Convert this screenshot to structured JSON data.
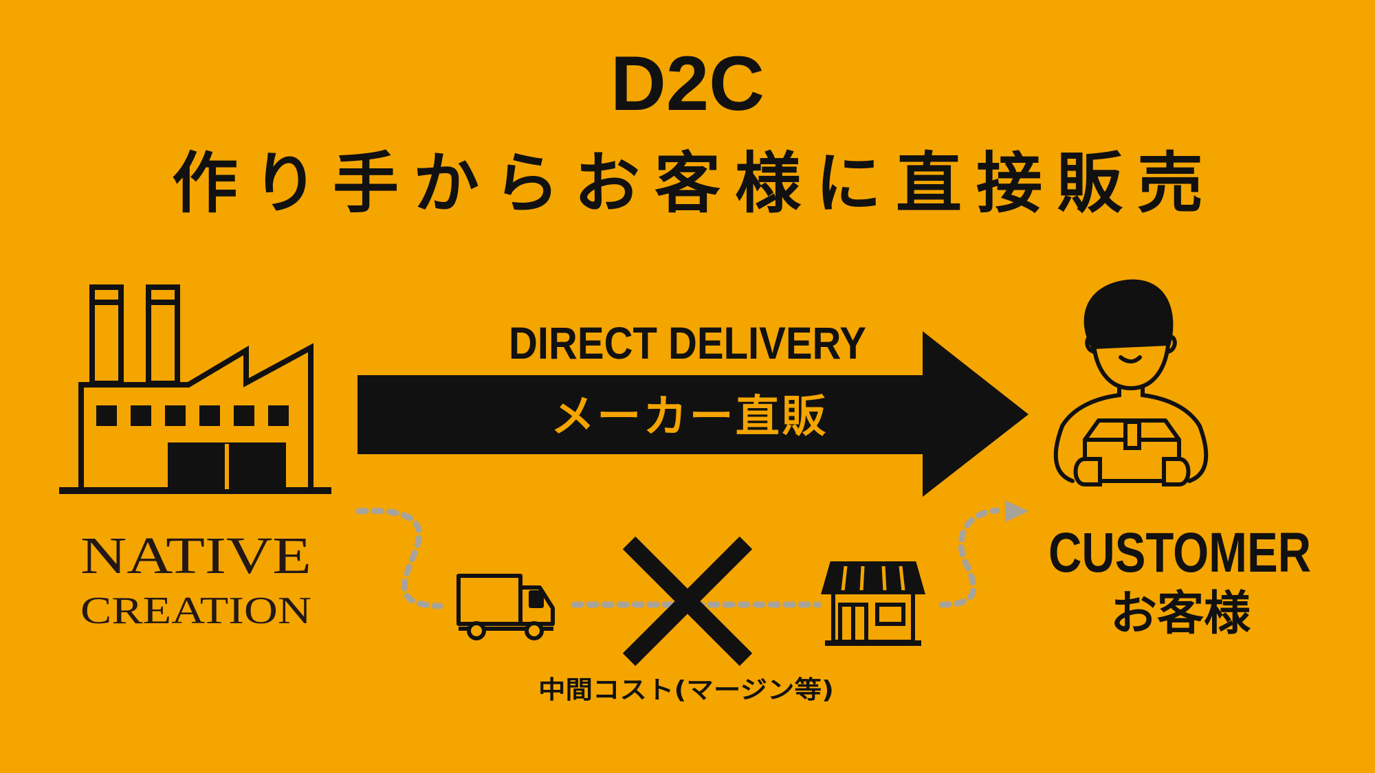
{
  "colors": {
    "background": "#F5A500",
    "ink": "#111111",
    "dotted": "#A8A39A"
  },
  "title": {
    "line1": "D2C",
    "line2": "作り手からお客様に直接販売"
  },
  "arrow": {
    "label_en": "DIRECT DELIVERY",
    "label_jp": "メーカー直販"
  },
  "maker": {
    "logo_line1": "NATIVE",
    "logo_line2": "CREATION"
  },
  "middle": {
    "caption": "中間コスト(マージン等)"
  },
  "customer": {
    "label_en": "CUSTOMER",
    "label_jp": "お客様"
  },
  "icons": [
    "factory-icon",
    "truck-icon",
    "cross-icon",
    "shop-icon",
    "customer-icon"
  ]
}
